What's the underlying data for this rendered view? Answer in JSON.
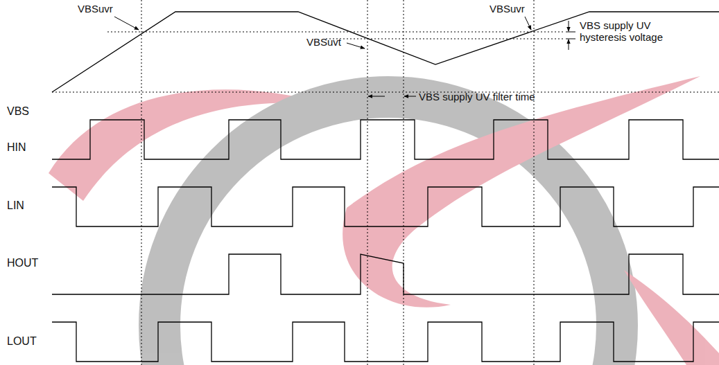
{
  "diagram": {
    "labels": [
      "VBSuvr",
      "VBSuvr",
      "VBSuvt",
      "VBS supply UV hysteresis voltage",
      "VBS supply UV filter time",
      "VBS",
      "HIN",
      "LIN",
      "HOUT",
      "LOUT"
    ]
  }
}
